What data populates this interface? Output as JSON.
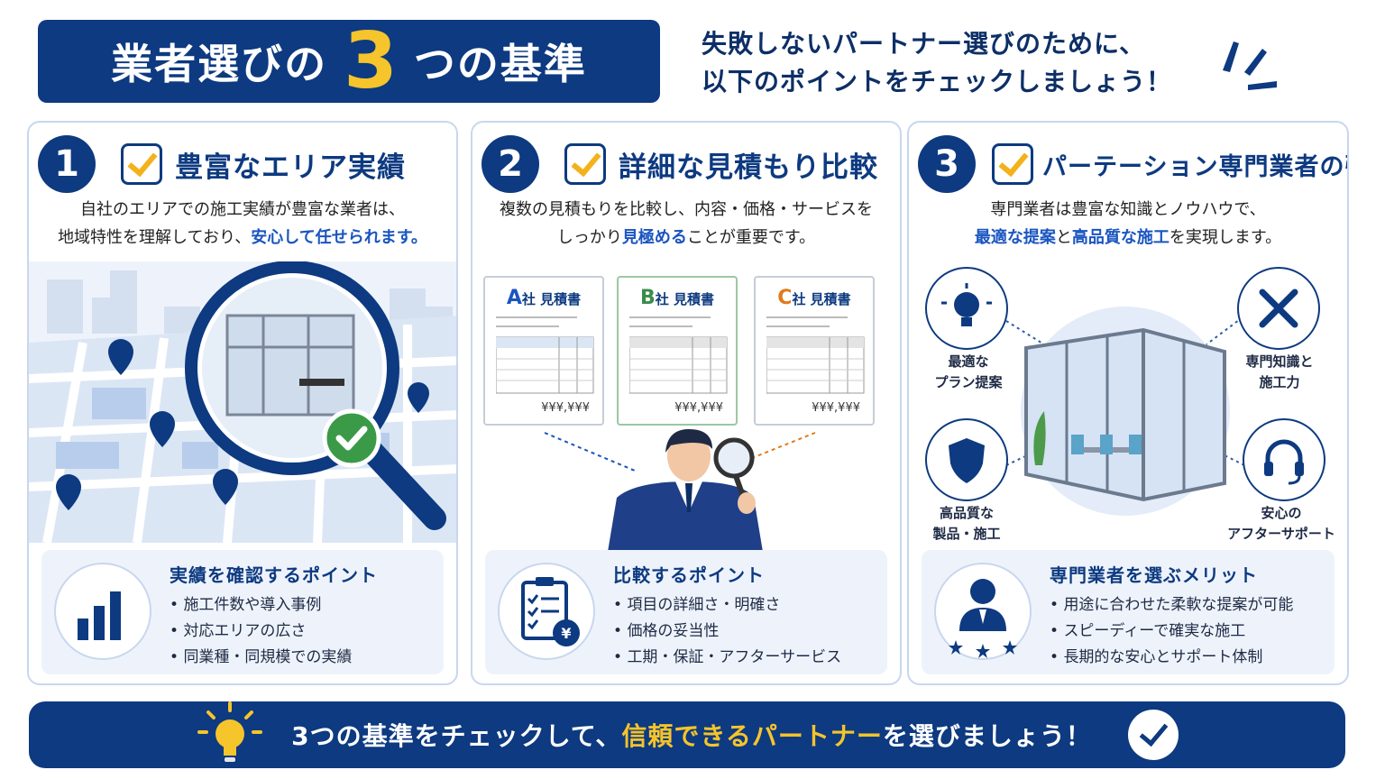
{
  "header": {
    "title_prefix": "業者選びの",
    "title_number": "3",
    "title_suffix": "つの基準",
    "subtitle_line1": "失敗しないパートナー選びのために、",
    "subtitle_line2": "以下のポイントをチェックしましょう！"
  },
  "panels": [
    {
      "number": "1",
      "title": "豊富なエリア実績",
      "desc_line1": "自社のエリアでの施工実績が豊富な業者は、",
      "desc_line2_plain": "地域特性を理解しており、",
      "desc_line2_highlight": "安心して任せられます。",
      "bottom_heading": "実績を確認するポイント",
      "bottom_items": [
        "施工件数や導入事例",
        "対応エリアの広さ",
        "同業種・同規模での実績"
      ]
    },
    {
      "number": "2",
      "title": "詳細な見積もり比較",
      "desc_line1": "複数の見積もりを比較し、内容・価格・サービスを",
      "desc_line2_pre": "しっかり",
      "desc_line2_highlight": "見極める",
      "desc_line2_post": "ことが重要です。",
      "quotes": [
        {
          "letter": "A",
          "label": "社 見積書",
          "price": "¥¥¥,¥¥¥",
          "color": "#1a55c0"
        },
        {
          "letter": "B",
          "label": "社 見積書",
          "price": "¥¥¥,¥¥¥",
          "color": "#3a8c4a"
        },
        {
          "letter": "C",
          "label": "社 見積書",
          "price": "¥¥¥,¥¥¥",
          "color": "#e07b1a"
        }
      ],
      "bottom_heading": "比較するポイント",
      "bottom_items": [
        "項目の詳細さ・明確さ",
        "価格の妥当性",
        "工期・保証・アフターサービス"
      ]
    },
    {
      "number": "3",
      "title": "パーテーション専門業者の強み",
      "desc_line1": "専門業者は豊富な知識とノウハウで、",
      "desc_line2_h1": "最適な提案",
      "desc_line2_mid": "と",
      "desc_line2_h2": "高品質な施工",
      "desc_line2_post": "を実現します。",
      "features": {
        "plan_l1": "最適な",
        "plan_l2": "プラン提案",
        "skill_l1": "専門知識と",
        "skill_l2": "施工力",
        "quality_l1": "高品質な",
        "quality_l2": "製品・施工",
        "support_l1": "安心の",
        "support_l2": "アフターサポート"
      },
      "bottom_heading": "専門業者を選ぶメリット",
      "bottom_items": [
        "用途に合わせた柔軟な提案が可能",
        "スピーディーで確実な施工",
        "長期的な安心とサポート体制"
      ]
    }
  ],
  "footer": {
    "text_pre": "3つの基準をチェックして、",
    "text_highlight": "信頼できるパートナー",
    "text_post": "を選びましょう！"
  },
  "colors": {
    "navy": "#0d3a80",
    "accent_yellow": "#f6c42b",
    "highlight_blue": "#1a55c0",
    "check_green": "#3a9a48"
  }
}
